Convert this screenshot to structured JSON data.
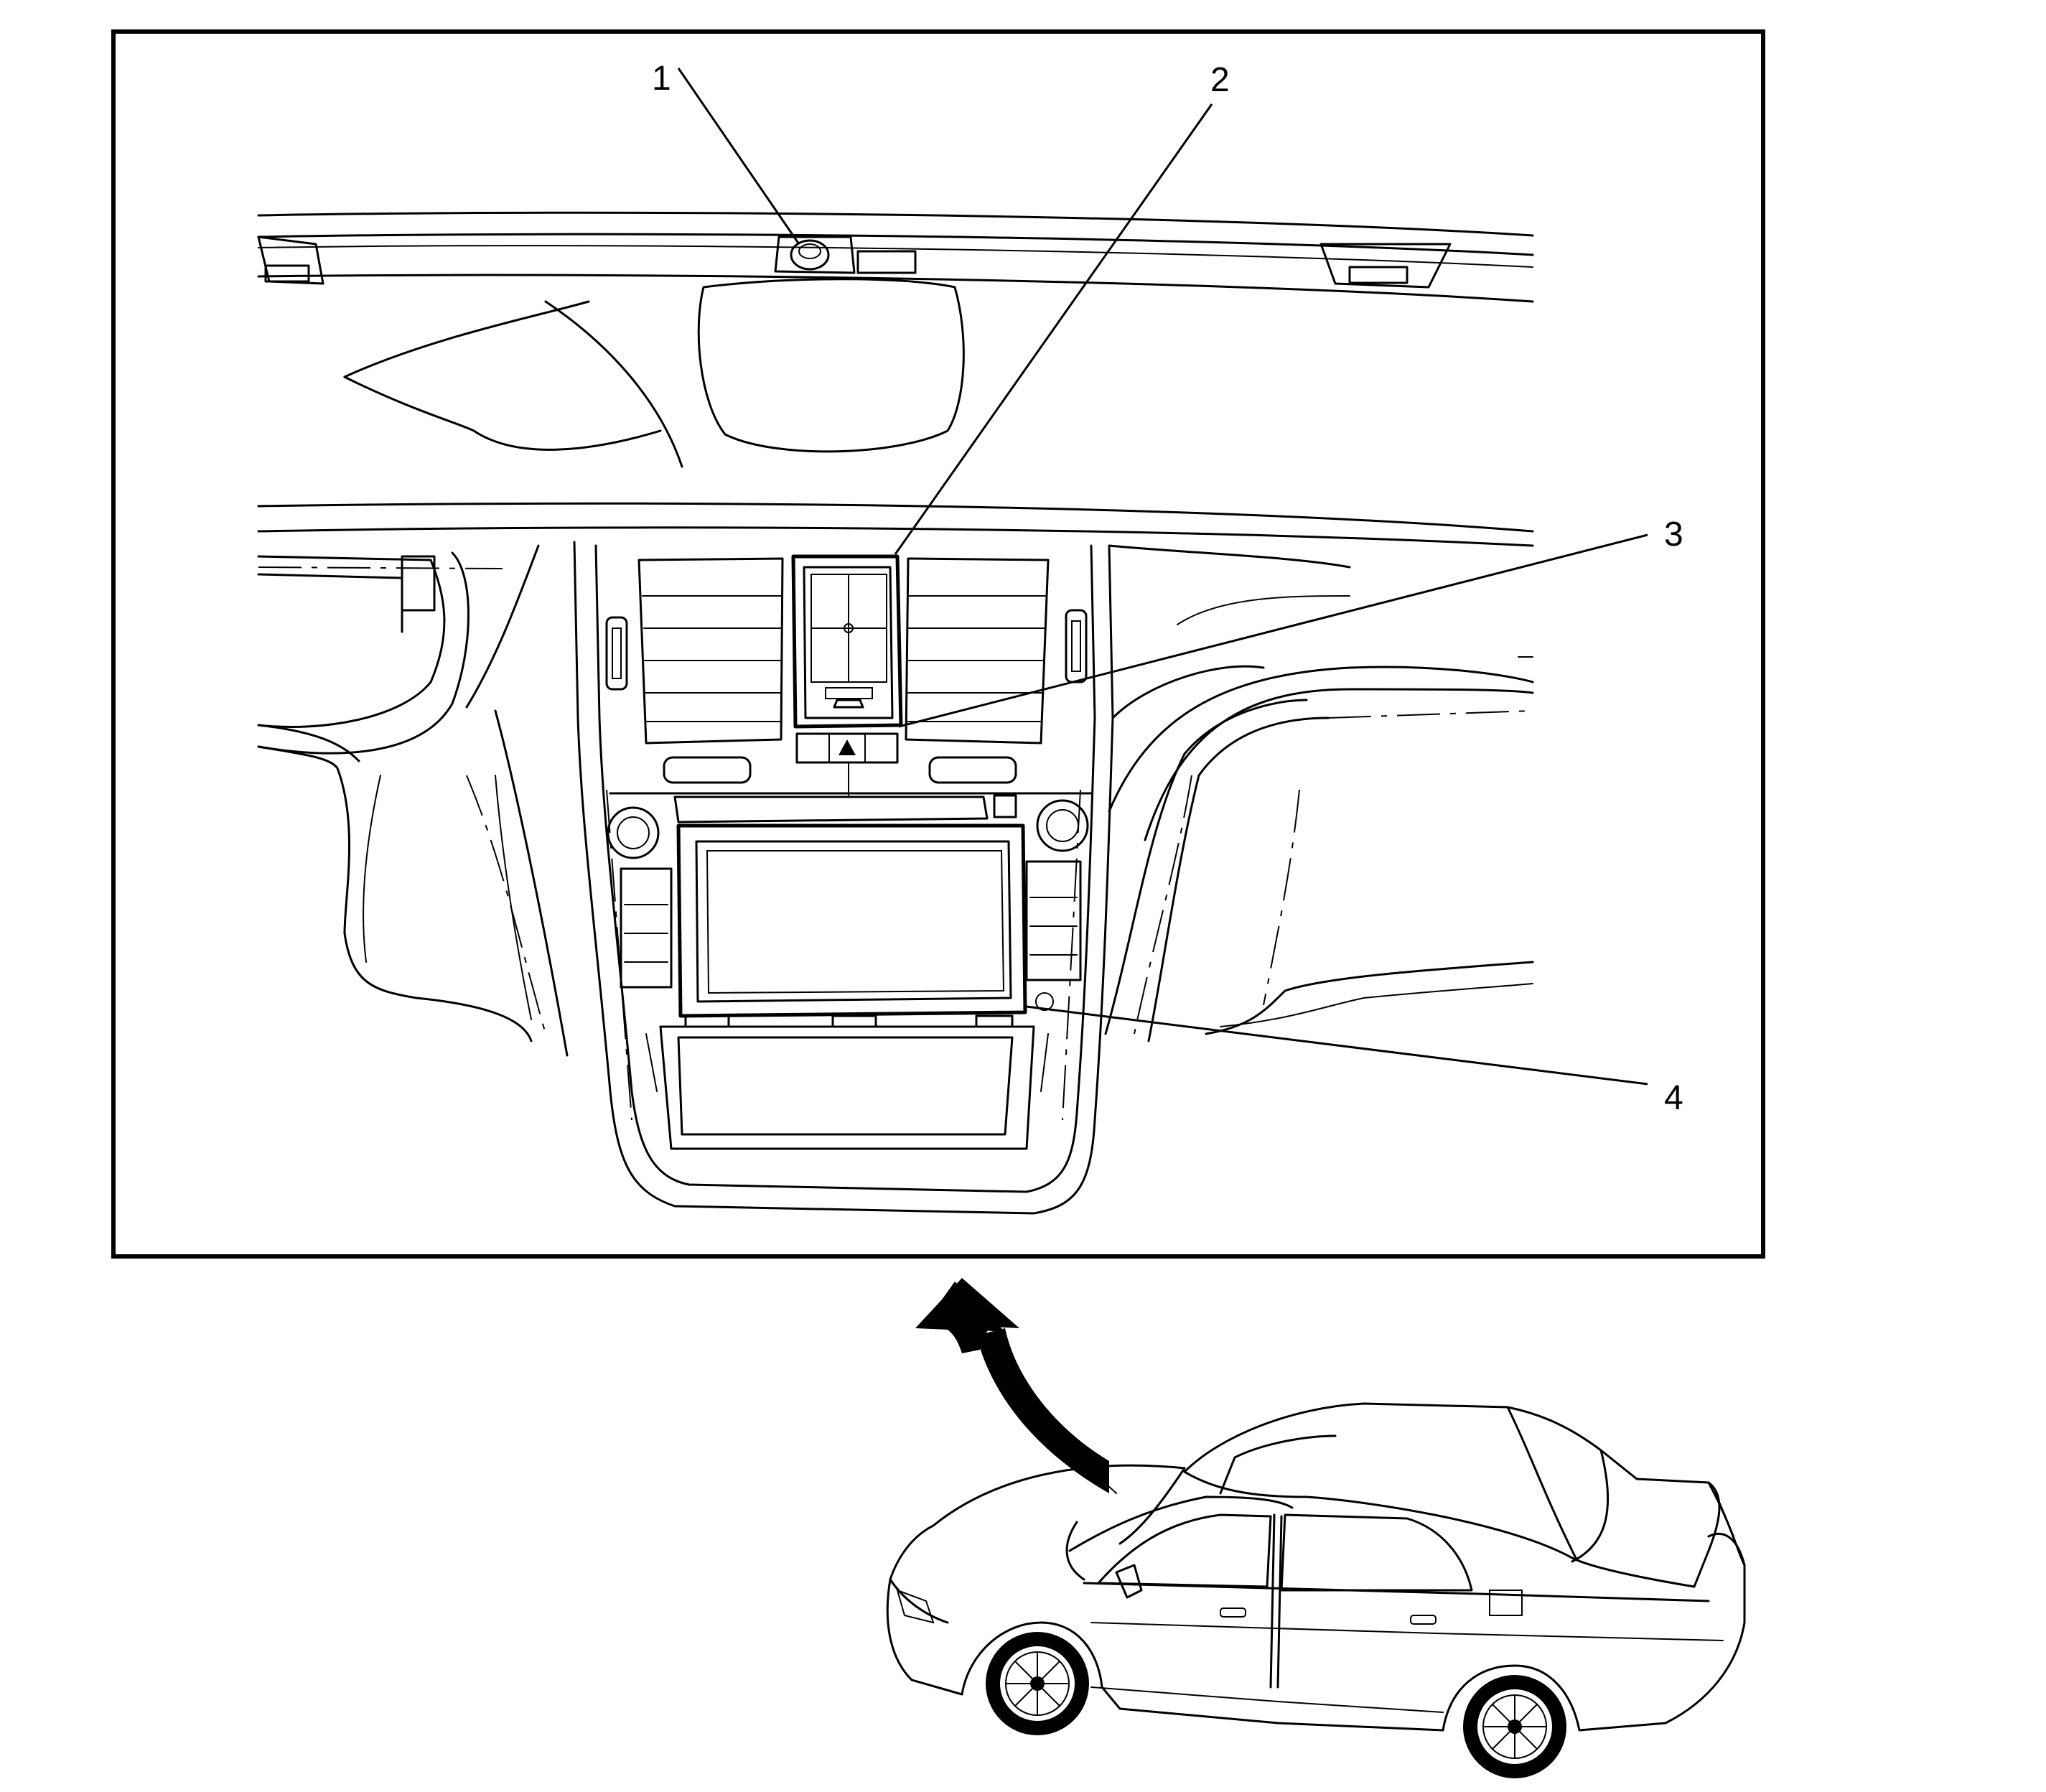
{
  "callouts": [
    {
      "id": "1",
      "label": "1"
    },
    {
      "id": "2",
      "label": "2"
    },
    {
      "id": "3",
      "label": "3"
    },
    {
      "id": "4",
      "label": "4"
    }
  ],
  "colors": {
    "line": "#000000",
    "background": "#ffffff"
  },
  "icons": [
    "curved-arrow-icon",
    "vehicle-sedan-icon"
  ]
}
